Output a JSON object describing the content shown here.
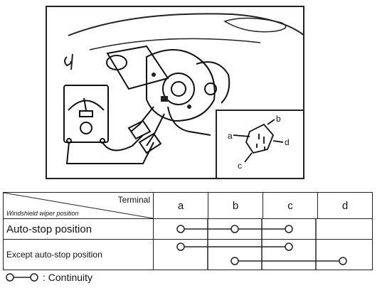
{
  "figure": {
    "pins": [
      "a",
      "b",
      "c",
      "d"
    ]
  },
  "table": {
    "header_terminal": "Terminal",
    "header_wiper": "Windshield wiper position",
    "terminals": [
      "a",
      "b",
      "c",
      "d"
    ],
    "rows": [
      {
        "label": "Auto-stop position",
        "continuity": [
          [
            "a",
            "b",
            "c"
          ]
        ]
      },
      {
        "label": "Except auto-stop position",
        "continuity": [
          [
            "a",
            "c"
          ],
          [
            "b",
            "d"
          ]
        ]
      }
    ]
  },
  "legend": {
    "text": ": Continuity"
  }
}
